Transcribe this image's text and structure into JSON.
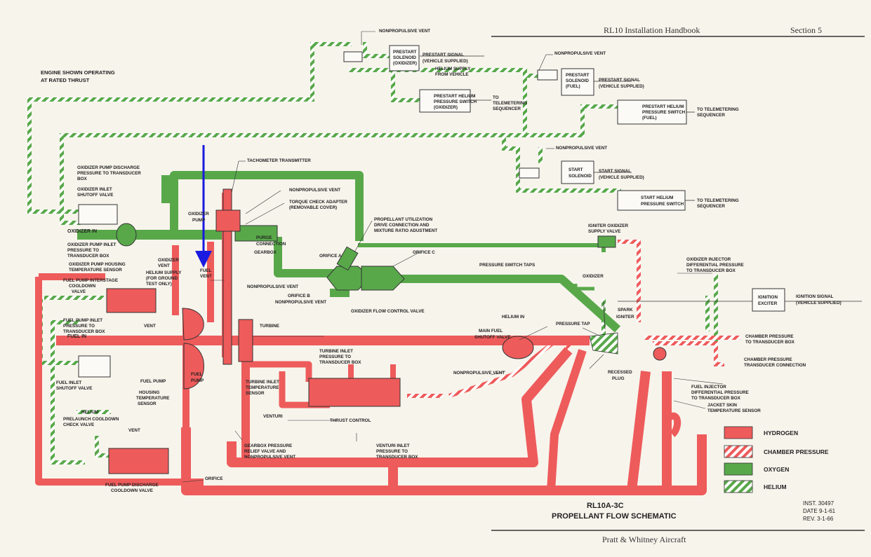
{
  "header": {
    "handbook": "RL10 Installation Handbook",
    "section": "Section 5"
  },
  "footer": {
    "company": "Pratt & Whitney Aircraft",
    "title_line1": "RL10A-3C",
    "title_line2": "PROPELLANT FLOW SCHEMATIC",
    "inst": "INST. 30497",
    "date": "DATE 9-1-61",
    "rev": "REV. 3-1-66"
  },
  "note": {
    "line1": "ENGINE SHOWN OPERATING",
    "line2": "AT RATED THRUST"
  },
  "legend": [
    {
      "label": "HYDROGEN",
      "pattern": "solid",
      "color": "#ee5b5b"
    },
    {
      "label": "CHAMBER PRESSURE",
      "pattern": "striped",
      "color": "#ee5b5b"
    },
    {
      "label": "OXYGEN",
      "pattern": "solid",
      "color": "#58a84a"
    },
    {
      "label": "HELIUM",
      "pattern": "striped",
      "color": "#58a84a"
    }
  ],
  "colors": {
    "hydrogen": "#ee5b5b",
    "oxygen": "#58a84a",
    "stripe_bg": "#ffffff",
    "annotation_arrow": "#1a1ae0",
    "paper": "#f7f4ec"
  },
  "boxes": {
    "prestart_ox": [
      "PRESTART",
      "SOLENOID",
      "(OXIDIZER)"
    ],
    "prestart_helium_ox": [
      "PRESTART HELIUM",
      "PRESSURE SWITCH",
      "(OXIDIZER)"
    ],
    "prestart_fuel": [
      "PRESTART",
      "SOLENOID",
      "(FUEL)"
    ],
    "prestart_helium_fuel": [
      "PRESTART HELIUM",
      "PRESSURE SWITCH",
      "(FUEL)"
    ],
    "start_solenoid": [
      "START",
      "SOLENOID"
    ],
    "start_helium": [
      "START HELIUM",
      "PRESSURE SWITCH"
    ],
    "ignition_exciter": [
      "IGNITION",
      "EXCITER"
    ]
  },
  "labels": {
    "np_vent_1": "NONPROPULSIVE VENT",
    "prestart_signal_ox": [
      "PRESTART SIGNAL",
      "(VEHICLE SUPPLIED)"
    ],
    "helium_supply": [
      "HELIUM SUPPLY",
      "FROM VEHICLE"
    ],
    "to_telemetering_1": [
      "TO",
      "TELEMETERING",
      "SEQUENCER"
    ],
    "np_vent_2": "NONPROPULSIVE VENT",
    "prestart_signal_fuel": [
      "PRESTART SIGNAL",
      "(VEHICLE SUPPLIED)"
    ],
    "to_telemetering_2": [
      "TO TELEMETERING",
      "SEQUENCER"
    ],
    "np_vent_3": "NONPROPULSIVE VENT",
    "start_signal": [
      "START SIGNAL",
      "(VEHICLE SUPPLIED)"
    ],
    "to_telemetering_3": [
      "TO TELEMETERING",
      "SEQUENCER"
    ],
    "ox_pump_discharge": [
      "OXIDIZER PUMP DISCHARGE",
      "PRESSURE TO TRANSDUCER",
      "BOX"
    ],
    "ox_inlet_shutoff": [
      "OXIDIZER INLET",
      "SHUTOFF VALVE"
    ],
    "tachometer": "TACHOMETER TRANSMITTER",
    "np_vent_tach": "NONPROPULSIVE VENT",
    "torque_check": [
      "TORQUE CHECK ADAPTER",
      "(REMOVABLE COVER)"
    ],
    "oxidizer_pump": [
      "OXIDIZER",
      "PUMP"
    ],
    "purge": [
      "PURGE",
      "CONNECTION"
    ],
    "gearbox": "GEARBOX",
    "propellant_util": [
      "PROPELLANT UTILIZATION",
      "DRIVE CONNECTION AND",
      "MIXTURE RATIO ADUSTMENT"
    ],
    "oxidizer_in": "OXIDIZER IN",
    "ox_pump_inlet_pressure": [
      "OXIDIZER PUMP INLET",
      "PRESSURE TO",
      "TRANSDUCER BOX"
    ],
    "ox_pump_housing_temp": [
      "OXIDIZER PUMP HOUSING",
      "TEMPERATURE SENSOR"
    ],
    "ox_vent": [
      "OXIDIZER",
      "VENT"
    ],
    "helium_supply_ground": [
      "HELIUM SUPPLY",
      "(FOR GROUND",
      "TEST ONLY)"
    ],
    "fuel_vent": [
      "FUEL",
      "VENT"
    ],
    "orifice_a": "ORIFICE A",
    "orifice_c": "ORIFICE C",
    "pressure_switch_taps": "PRESSURE SWITCH TAPS",
    "igniter_ox_supply": [
      "IGNITER OXIDIZER",
      "SUPPLY VALVE"
    ],
    "np_vent_gearbox": "NONPROPULSIVE VENT",
    "orifice_b": [
      "ORIFICE B",
      "NONPROPULSIVE VENT"
    ],
    "ox_flow_control": "OXIDIZER FLOW CONTROL VALVE",
    "oxidizer": "OXIDIZER",
    "ox_injector_diff": [
      "OXIDIZER INJECTOR",
      "DIFFERENTIAL PRESSURE",
      "TO TRANSDUCER BOX"
    ],
    "ignition_signal": [
      "IGNITION SIGNAL",
      "(VEHICLE SUPPLIED)"
    ],
    "fuel_pump_interstage": [
      "FUEL PUMP INTERSTAGE",
      "COOLDOWN",
      "VALVE"
    ],
    "fuel_pump_inlet_pressure": [
      "FUEL PUMP INLET",
      "PRESSURE TO",
      "TRANSDUCER BOX"
    ],
    "vent": "VENT",
    "turbine": "TURBINE",
    "helium_in": "HELIUM IN",
    "main_fuel_shutoff": [
      "MAIN FUEL",
      "SHUTOFF VALVE"
    ],
    "pressure_tap": "PRESSURE TAP",
    "spark_igniter": [
      "SPARK",
      "IGNITER"
    ],
    "chamber_pressure_tb": [
      "CHAMBER PRESSURE",
      "TO TRANSDUCER BOX"
    ],
    "fuel_in": "FUEL IN",
    "turbine_inlet_pressure": [
      "TURBINE INLET",
      "PRESSURE TO",
      "TRANSDUCER BOX"
    ],
    "np_vent_fuel": "NONPROPULSIVE VENT",
    "chamber_pressure_tc": [
      "CHAMBER PRESSURE",
      "TRANSDUCER CONNECTION"
    ],
    "recessed_plug": [
      "RECESSED",
      "PLUG"
    ],
    "fuel_inlet_shutoff": [
      "FUEL INLET",
      "SHUTOFF VALVE"
    ],
    "fuel_pump_1": "FUEL PUMP",
    "fuel_pump_2": [
      "FUEL",
      "PUMP"
    ],
    "housing_temp": [
      "HOUSING",
      "TEMPERATURE",
      "SENSOR"
    ],
    "turbine_inlet_temp": [
      "TURBINE INLET",
      "TEMPERATURE",
      "SENSOR"
    ],
    "fuel_injector_diff": [
      "FUEL INJECTOR",
      "DIFFERENTIAL PRESSURE",
      "TO TRANSDUCER BOX"
    ],
    "jacket_skin": [
      "JACKET SKIN",
      "TEMPERATURE SENSOR"
    ],
    "helium": "HELIUM",
    "prelaunch_cooldown": [
      "PRELAUNCH COOLDOWN",
      "CHECK VALVE"
    ],
    "venturi": "VENTURI",
    "thrust_control": "THRUST CONTROL",
    "vent_2": "VENT",
    "gearbox_relief": [
      "GEARBOX PRESSURE",
      "RELIEF VALVE AND",
      "NONPROPULSIVE VENT"
    ],
    "venturi_inlet": [
      "VENTURI INLET",
      "PRESSURE TO",
      "TRANSDUCER BOX"
    ],
    "fuel_pump_discharge": [
      "FUEL PUMP DISCHARGE",
      "COOLDOWN VALVE"
    ],
    "orifice": "ORIFICE"
  }
}
